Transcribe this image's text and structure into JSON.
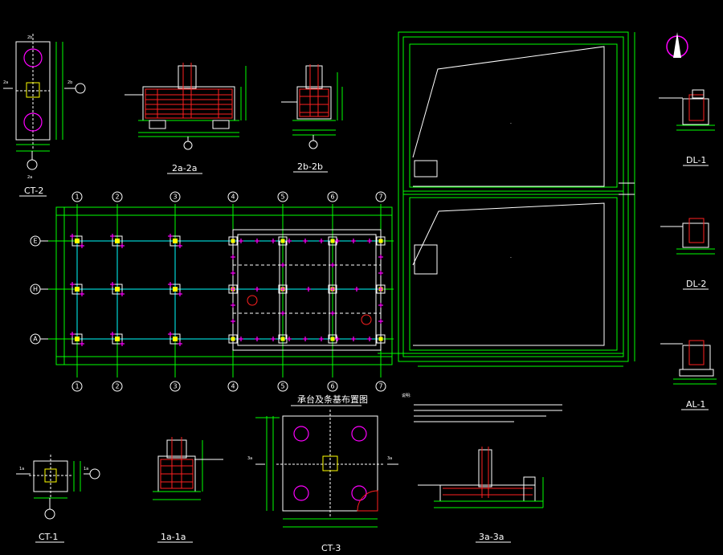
{
  "plan_title": "承台及条基布置图",
  "notes_heading": "说明:",
  "axes_x": [
    "1",
    "2",
    "3",
    "4",
    "5",
    "6",
    "7"
  ],
  "axes_y": [
    "E",
    "H",
    "A"
  ],
  "section_labels": {
    "ct2": "CT-2",
    "s2a": "2a-2a",
    "s2b": "2b-2b",
    "dl1": "DL-1",
    "dl2": "DL-2",
    "al1": "AL-1",
    "ct1": "CT-1",
    "s1a": "1a-1a",
    "ct3": "CT-3",
    "s3a": "3a-3a"
  },
  "cut_marks": {
    "ct2_left": "2a",
    "ct2_right": "2b",
    "ct2_bottom": "2a",
    "ct2_top": "2b",
    "ct1_left": "1a",
    "ct1_right": "1a",
    "ct3_left": "3a",
    "ct3_right": "3a"
  },
  "colors": {
    "background": "#000000",
    "line_green": "#00ff00",
    "line_white": "#ffffff",
    "pile_magenta": "#ff00ff",
    "beam_cyan": "#00ffff",
    "rebar_red": "#ff2020",
    "column_yellow": "#ffff00"
  },
  "north_arrow": "north-arrow-icon"
}
